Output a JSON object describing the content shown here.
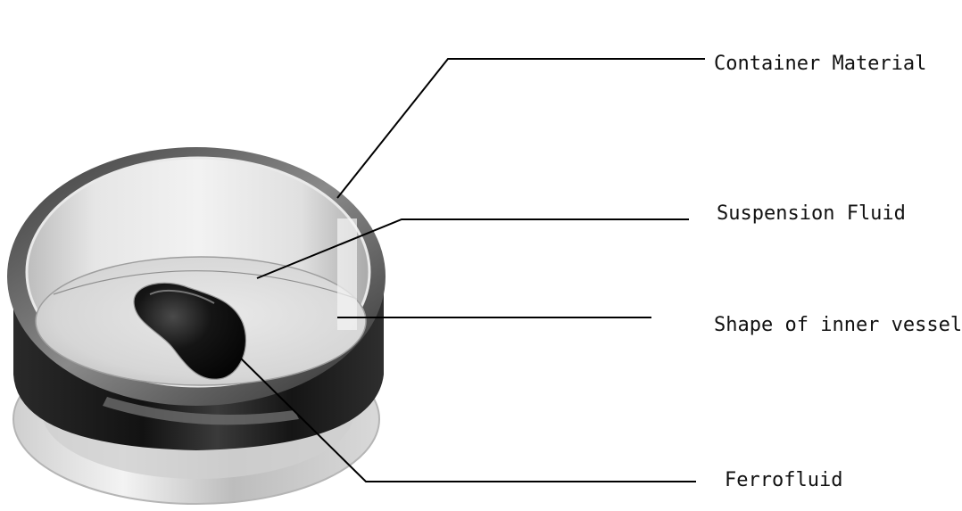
{
  "labels": {
    "container_material": "Container Material",
    "suspension_fluid": "Suspension Fluid",
    "shape_of_inner_vessel": "Shape of inner vessel",
    "ferrofluid": "Ferrofluid"
  },
  "colors": {
    "leader_line": "#000000",
    "label_text": "#111111",
    "container_dark_band": "#1e1e1e",
    "container_rim": "#6b6b6b",
    "ferrofluid": "#151515",
    "suspension_surface": "#d9d9d9"
  }
}
